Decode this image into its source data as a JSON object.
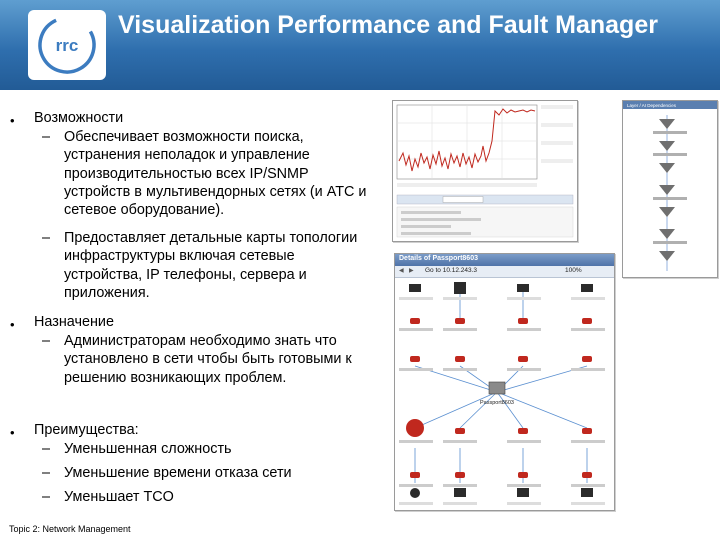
{
  "slide": {
    "title": "Visualization Performance and Fault Manager",
    "logo_text": "rrc",
    "footer": "Topic 2: Network Management",
    "bullets": [
      {
        "text": "Возможности",
        "subitems": [
          "Обеспечивает возможности поиска, устранения неполадок и управление производительностью всех IP/SNMP устройств в мультивендорных сетях (и АТС и сетевое оборудование).",
          "Предоставляет детальные карты топологии инфраструктуры включая сетевые устройства, IP телефоны, сервера и приложения."
        ]
      },
      {
        "text": "Назначение",
        "subitems": [
          "Администраторам необходимо знать что установлено в сети чтобы быть готовыми к решению возникающих проблем."
        ]
      },
      {
        "text": "Преимущества:",
        "subitems": [
          "Уменьшенная сложность",
          "Уменьшение времени отказа сети",
          "Уменьшает TCO"
        ]
      }
    ]
  },
  "screenshots": {
    "topology_title": "Details of Passport8603",
    "topology_address": "Go to 10.12.243.3",
    "topology_zoom": "100%",
    "center_device": "Passport8603",
    "legend_title": "Layer / AI Dependencies"
  },
  "colors": {
    "header_top": "#5f9ed0",
    "header_bottom": "#225b96",
    "logo_ring": "#3c7cc0",
    "device_red": "#c0281e",
    "link_blue": "#5a8fd0"
  }
}
